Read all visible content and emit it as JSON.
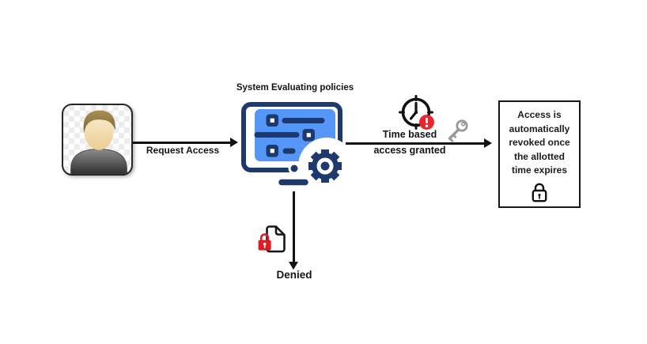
{
  "title": "System Evaluating policies",
  "edges": {
    "request": {
      "label": "Request Access"
    },
    "granted": {
      "label_line1": "Time based",
      "label_line2": "access granted"
    }
  },
  "revoked_box": {
    "lines": [
      "Access is",
      "automatically",
      "revoked once",
      "the allotted",
      "time expires"
    ],
    "icon": "padlock-icon"
  },
  "denied": {
    "label": "Denied",
    "icon": "locked-document-icon"
  },
  "nodes": {
    "user": {
      "icon": "user-avatar"
    },
    "system": {
      "icon": "policy-panel-with-gear-icon"
    }
  },
  "edge_icons": [
    "clock-alert-icon",
    "key-icon"
  ],
  "colors": {
    "ink": "#121212",
    "navy": "#1e3a6d",
    "panelblue": "#5596f7",
    "alert": "#e8262d",
    "lockred": "#e01b24",
    "keygray": "#9a9a9a"
  }
}
